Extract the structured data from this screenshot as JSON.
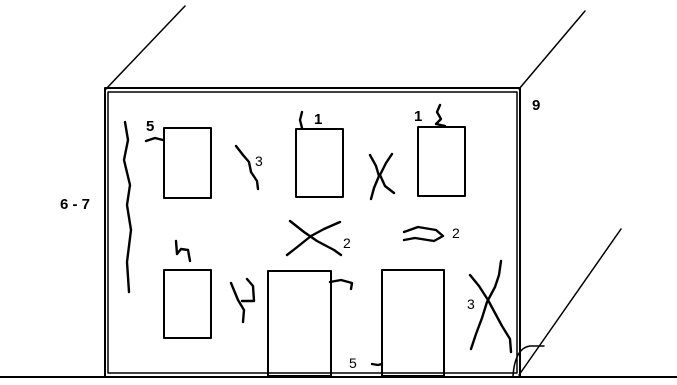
{
  "labels": {
    "wall_height": "6 - 7",
    "roof_corner": "9",
    "window_top_left": "5",
    "window_top_mid": "1",
    "window_top_right": "1",
    "crack_upper_left": "3",
    "crack_mid": "2",
    "crack_mid_right": "2",
    "crack_lower_right": "3",
    "door_bottom": "5"
  }
}
